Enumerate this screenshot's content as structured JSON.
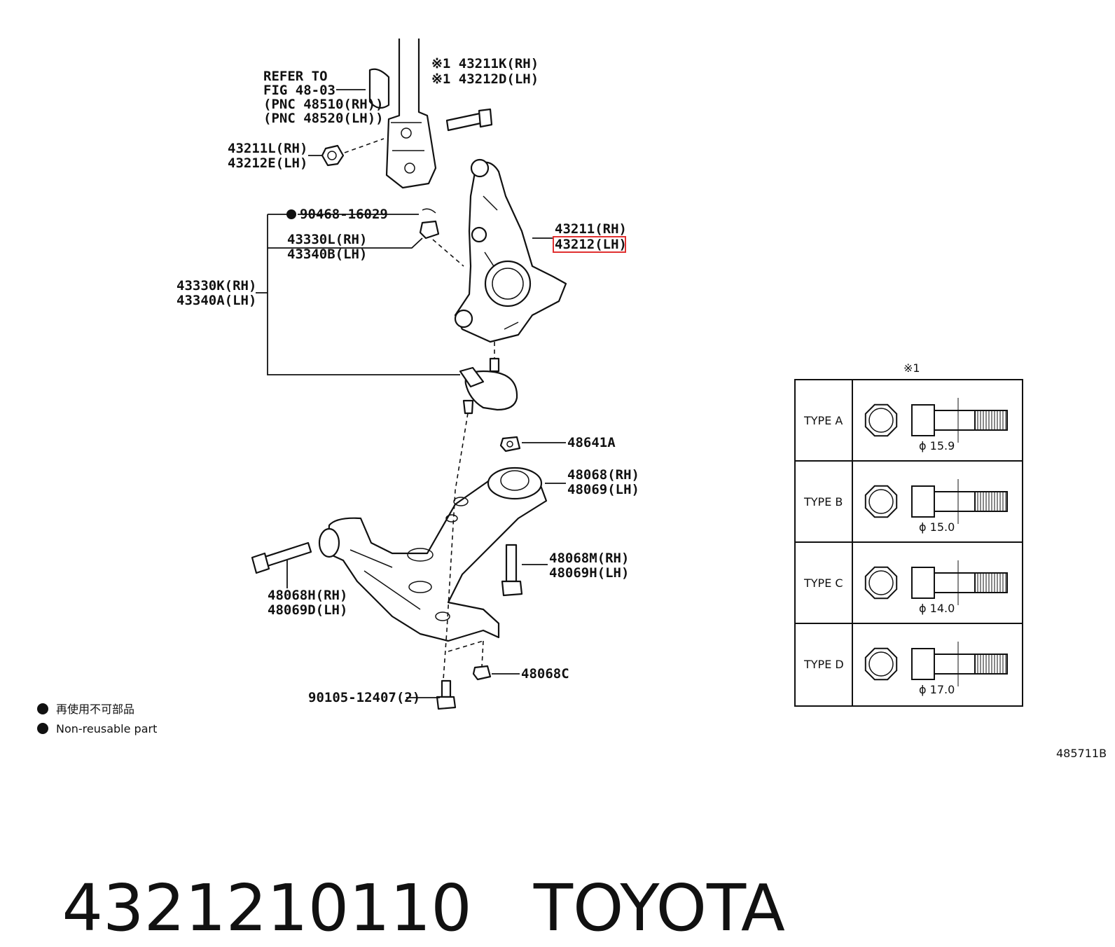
{
  "diagram": {
    "refer_note": {
      "line1": "REFER TO",
      "line2": "FIG 48-03",
      "line3": "(PNC 48510(RH))",
      "line4": "(PNC 48520(LH))"
    },
    "callouts": {
      "bolt_rh": "※1 43211K(RH)",
      "bolt_lh": "※1 43212D(LH)",
      "nut_rh": "43211L(RH)",
      "nut_lh": "43212E(LH)",
      "cotter_pin": "90468-16029",
      "castle_nut_rh": "43330L(RH)",
      "castle_nut_lh": "43340B(LH)",
      "ball_joint_rh": "43330K(RH)",
      "ball_joint_lh": "43340A(LH)",
      "knuckle_rh": "43211(RH)",
      "knuckle_lh": "43212(LH)",
      "nut_48641": "48641A",
      "bushing_rh": "48068(RH)",
      "bushing_lh": "48069(LH)",
      "bolt_m_rh": "48068M(RH)",
      "bolt_m_lh": "48069H(LH)",
      "bolt_h_rh": "48068H(RH)",
      "bolt_h_lh": "48069D(LH)",
      "nut_48068c": "48068C",
      "bolt_90105": "90105-12407(2)"
    },
    "highlight_color": "#e03030",
    "legend": {
      "line_jp": "再使用不可部品",
      "line_en": "Non-reusable part"
    },
    "figure_id": "485711B"
  },
  "type_table": {
    "header": "※1",
    "rows": [
      {
        "type": "TYPE A",
        "diameter": "ϕ 15.9"
      },
      {
        "type": "TYPE B",
        "diameter": "ϕ 15.0"
      },
      {
        "type": "TYPE C",
        "diameter": "ϕ 14.0"
      },
      {
        "type": "TYPE D",
        "diameter": "ϕ 17.0"
      }
    ]
  },
  "footer": {
    "part_number": "4321210110",
    "brand": "TOYOTA"
  }
}
